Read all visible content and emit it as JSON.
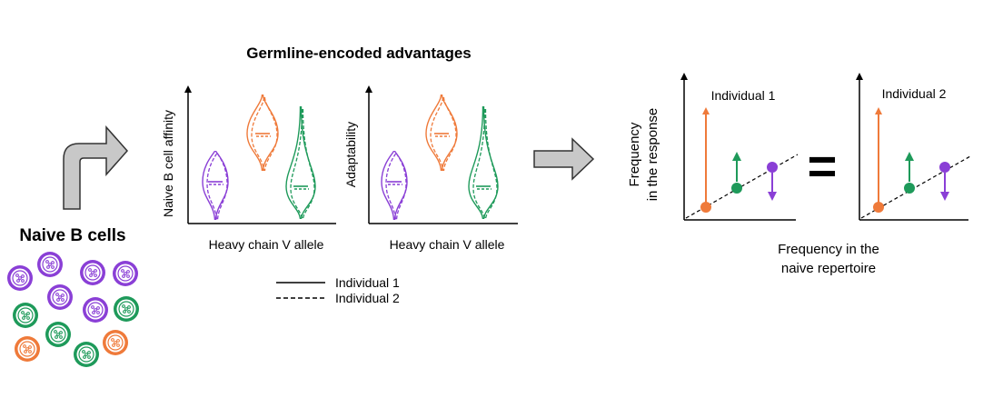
{
  "colors": {
    "purple": "#8a3fd6",
    "orange": "#ef7a3a",
    "green": "#1e9a5a",
    "arrow_fill": "#c8c8c8",
    "arrow_stroke": "#333333",
    "axis": "#000000"
  },
  "left": {
    "title": "Naive B cells"
  },
  "middle": {
    "title": "Germline-encoded advantages",
    "panel1": {
      "ylabel": "Naive B cell affinity",
      "xlabel": "Heavy chain V allele"
    },
    "panel2": {
      "ylabel": "Adaptability",
      "xlabel": "Heavy chain V allele"
    },
    "legend": {
      "solid": "Individual 1",
      "dashed": "Individual 2"
    }
  },
  "right": {
    "panel1_title": "Individual 1",
    "panel2_title": "Individual 2",
    "ylabel_line1": "Frequency",
    "ylabel_line2": "in the response",
    "xlabel_line1": "Frequency in the",
    "xlabel_line2": "naive repertoire",
    "equals": "="
  },
  "icons": {
    "bent_arrow": "bent-arrow-icon",
    "right_arrow": "right-arrow-icon",
    "cell": "b-cell-icon"
  }
}
